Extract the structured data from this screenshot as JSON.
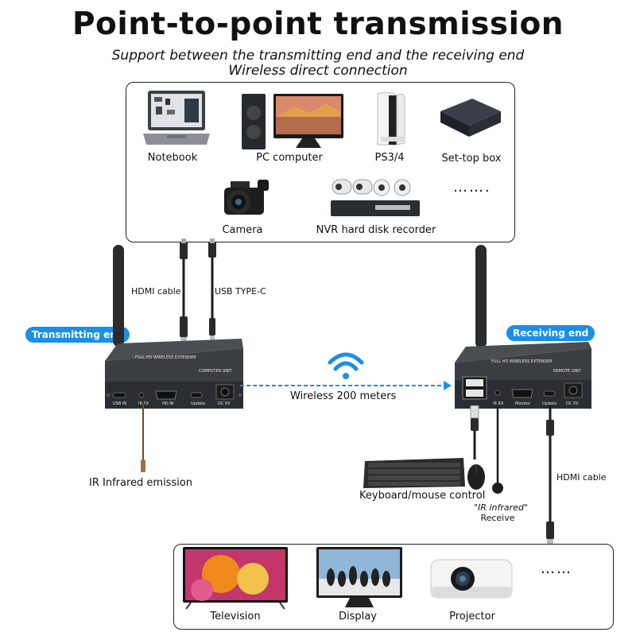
{
  "title": "Point-to-point transmission",
  "subtitle_line1": "Support between the transmitting end and the receiving end",
  "subtitle_line2": "Wireless direct connection",
  "sources": {
    "notebook": "Notebook",
    "pc": "PC computer",
    "ps": "PS3/4",
    "settop": "Set-top box",
    "camera": "Camera",
    "nvr": "NVR hard disk recorder",
    "more": "……."
  },
  "cables": {
    "hdmi_in": "HDMI cable",
    "usb_typec": "USB  TYPE-C",
    "hdmi_out": "HDMI cable"
  },
  "badges": {
    "tx": "Transmitting end",
    "rx": "Receiving end"
  },
  "wireless_label": "Wireless 200 meters",
  "ir_emission": "IR Infrared emission",
  "keyboard_mouse": "Keyboard/mouse control",
  "ir_receive_line1": "\"IR infrared\"",
  "ir_receive_line2": "Receive",
  "device": {
    "model": "FULL HD WIRELESS EXTENDER",
    "tx_unit": "COMPUTER UNIT",
    "rx_unit": "REMOTE UNIT",
    "tx_ports": [
      "USB IN",
      "IR TX",
      "HD IN",
      "Update",
      "DC 5V"
    ],
    "rx_ports": [
      "IR RX",
      "Monitor",
      "Update",
      "DC 5V"
    ]
  },
  "displays": {
    "tv": "Television",
    "display": "Display",
    "projector": "Projector",
    "more": "……"
  },
  "colors": {
    "accent": "#1a8fe8",
    "device_body": "#2a2d31"
  }
}
